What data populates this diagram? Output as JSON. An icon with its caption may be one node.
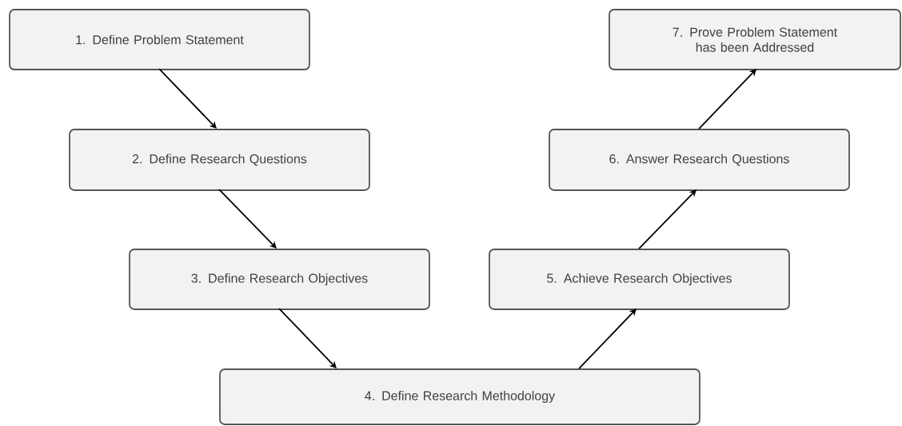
{
  "diagram": {
    "nodes": [
      {
        "text": [
          "1. Define Problem Statement"
        ]
      },
      {
        "text": [
          "2. Define Research Questions"
        ]
      },
      {
        "text": [
          "3. Define Research Objectives"
        ]
      },
      {
        "text": [
          "4. Define Research Methodology"
        ]
      },
      {
        "text": [
          "5. Achieve Research Objectives"
        ]
      },
      {
        "text": [
          "6. Answer Research Questions"
        ]
      },
      {
        "text": [
          "7. Prove Problem Statement has been Addressed"
        ]
      }
    ],
    "edges": [
      {
        "from": 0,
        "to": 1,
        "arrow": "to"
      },
      {
        "from": 1,
        "to": 2,
        "arrow": "to"
      },
      {
        "from": 2,
        "to": 3,
        "arrow": "to"
      },
      {
        "from": 3,
        "to": 4,
        "arrow": "to"
      },
      {
        "from": 4,
        "to": 5,
        "arrow": "to"
      },
      {
        "from": 5,
        "to": 6,
        "arrow": "to"
      }
    ]
  }
}
